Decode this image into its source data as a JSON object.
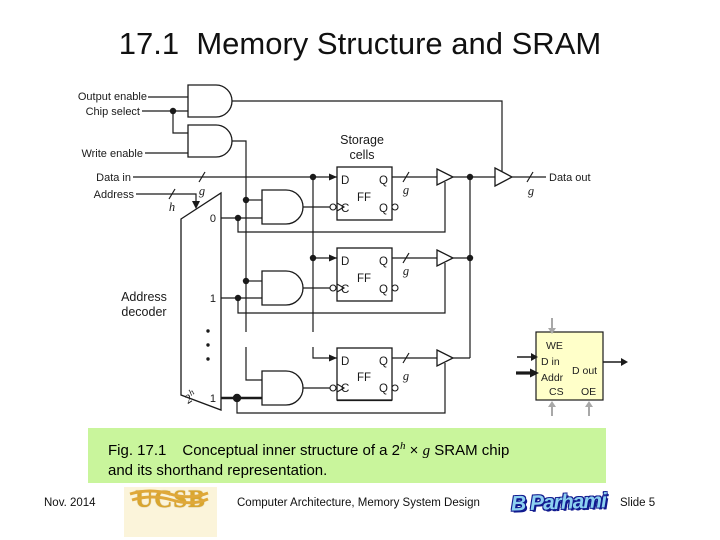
{
  "title": "17.1  Memory Structure and SRAM",
  "diagram": {
    "signals": {
      "output_enable": "Output enable",
      "chip_select": "Chip select",
      "write_enable": "Write enable",
      "data_in": "Data in",
      "address": "Address",
      "data_out": "Data out"
    },
    "labels": {
      "storage_cells_line1": "Storage",
      "storage_cells_line2": "cells",
      "decoder_line1": "Address",
      "decoder_line2": "decoder"
    },
    "bus": {
      "g": "g",
      "h": "h"
    },
    "decoder": {
      "row0": "0",
      "row1": "1",
      "row_last": "1",
      "row_last_base": "2",
      "row_last_exp": "h"
    },
    "ff": {
      "d": "D",
      "q": "Q",
      "c": "C",
      "name": "FF",
      "qbar": "Q"
    },
    "chip": {
      "we": "WE",
      "din": "D in",
      "addr": "Addr",
      "cs": "CS",
      "dout": "D out",
      "oe": "OE"
    }
  },
  "caption": {
    "fig": "Fig. 17.1",
    "line1_a": "Conceptual inner structure of a 2",
    "line1_sup": "h",
    "line1_b": " × ",
    "line1_var": "g",
    "line1_c": " SRAM chip",
    "line2": "and its shorthand representation."
  },
  "footer": {
    "date": "Nov. 2014",
    "ucsb": "UCSB",
    "course": "Computer Architecture, Memory System Design",
    "author_logo": "B Parhami",
    "slide": "Slide 5"
  },
  "colors": {
    "caption_bg": "#c9f59c",
    "chip_fill": "#ffffc9",
    "ucsb_bg": "#fbf4da",
    "ucsb_gold": "#d9a62e",
    "parhami_blue": "#8dd1f0",
    "parhami_outline": "#111a8f",
    "gray_arrow": "#a8a8a8",
    "wire": "#1a1a1a"
  }
}
